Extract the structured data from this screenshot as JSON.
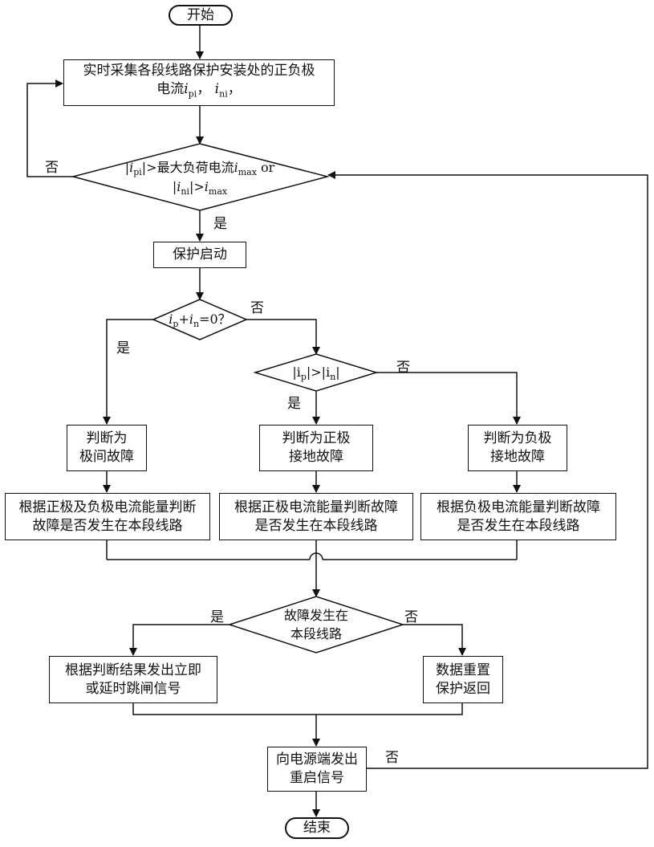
{
  "start": "开始",
  "collect": {
    "line1": "实时采集各段线路保护安装处的正负极",
    "line2_prefix": "电流",
    "ip_var": "i",
    "ip_sub": "pi",
    "sep": "， ",
    "in_var": "i",
    "in_sub": "ni",
    "line2_suffix": "，"
  },
  "decision1": {
    "a": "|",
    "ipi_var": "i",
    "ipi_sub": "pi",
    "b": "|>最大负荷电流",
    "imax_var": "i",
    "imax_sub": "max",
    "c": " or",
    "d": "|",
    "ini_var": "i",
    "ini_sub": "ni",
    "e": "|>",
    "imax2_var": "i",
    "imax2_sub": "max"
  },
  "protect_start": "保护启动",
  "decision2": {
    "ip_var": "i",
    "ip_sub": "p",
    "plus": "+",
    "in_var": "i",
    "in_sub": "n",
    "eq": "=0？"
  },
  "decision3": {
    "a": "|i",
    "ip_sub": "p",
    "b": "|>|i",
    "in_sub": "n",
    "c": "|"
  },
  "judge_pole": {
    "line1": "判断为",
    "line2": "极间故障"
  },
  "judge_pos": {
    "line1": "判断为正极",
    "line2": "接地故障"
  },
  "judge_neg": {
    "line1": "判断为负极",
    "line2": "接地故障"
  },
  "energy_both": {
    "line1": "根据正极及负极电流能量判断",
    "line2": "故障是否发生在本段线路"
  },
  "energy_pos": {
    "line1": "根据正极电流能量判断故障",
    "line2": "是否发生在本段线路"
  },
  "energy_neg": {
    "line1": "根据负极电流能量判断故障",
    "line2": "是否发生在本段线路"
  },
  "decision4": {
    "line1": "故障发生在",
    "line2": "本段线路"
  },
  "trip": {
    "line1": "根据判断结果发出立即",
    "line2": "或延时跳闸信号"
  },
  "reset": {
    "line1": "数据重置",
    "line2": "保护返回"
  },
  "restart": {
    "line1": "向电源端发出",
    "line2": "重启信号"
  },
  "end": "结束",
  "labels": {
    "no": "否",
    "yes": "是"
  }
}
